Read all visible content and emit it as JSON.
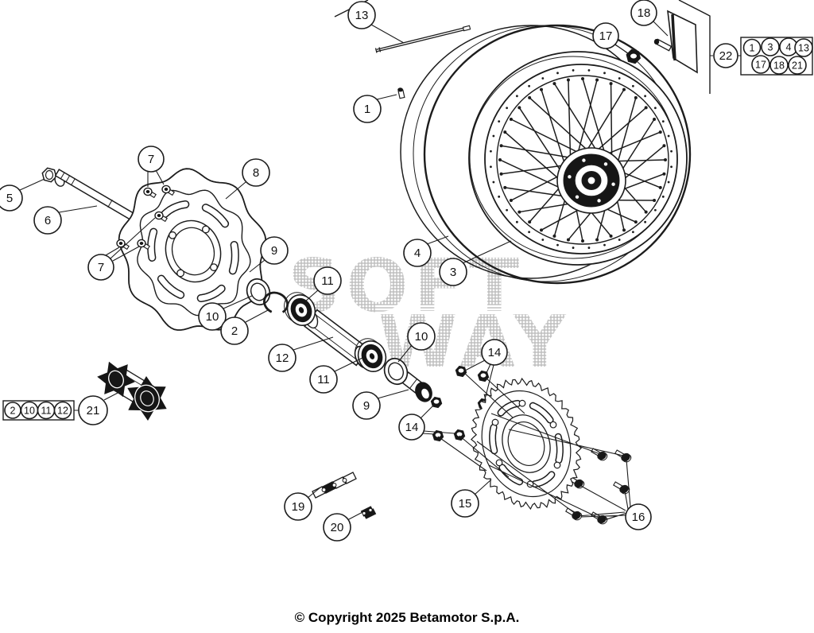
{
  "colors": {
    "line": "#1c1c1c",
    "dark_fill": "#161616",
    "watermark": "#c2c2c2",
    "background": "#ffffff"
  },
  "watermark": {
    "line1": "SOFT",
    "line2": "WAY"
  },
  "footer": {
    "copyright": "© Copyright 2025 Betamotor S.p.A."
  },
  "diagram": {
    "callouts": [
      "13",
      "1",
      "17",
      "18",
      "22",
      "5",
      "6",
      "7",
      "7",
      "8",
      "9",
      "10",
      "2",
      "11",
      "12",
      "11",
      "10",
      "9",
      "14",
      "14",
      "15",
      "16",
      "21",
      "19",
      "20",
      "3",
      "4"
    ],
    "legend_top": {
      "connector": "22",
      "items": [
        "1",
        "3",
        "4",
        "13",
        "17",
        "18",
        "21"
      ]
    },
    "legend_left": {
      "connector": "21",
      "items": [
        "2",
        "10",
        "11",
        "12"
      ]
    }
  }
}
